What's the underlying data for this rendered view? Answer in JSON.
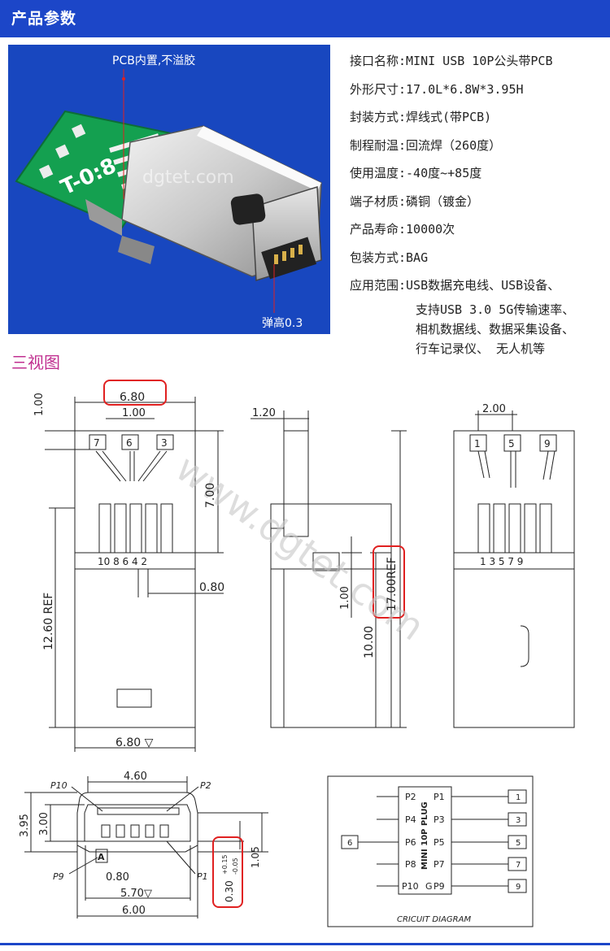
{
  "header": {
    "title": "产品参数"
  },
  "photo": {
    "top_label": "PCB内置,不溢胶",
    "bottom_label": "弹高0.3",
    "pcb_text": "T-0:8",
    "watermark": "dgtet.com"
  },
  "specs": [
    {
      "label": "接口名称:",
      "value": "MINI USB 10P公头带PCB"
    },
    {
      "label": "外形尺寸:",
      "value": "17.0L*6.8W*3.95H"
    },
    {
      "label": "封装方式:",
      "value": "焊线式(带PCB)"
    },
    {
      "label": "制程耐温:",
      "value": "回流焊（260度）"
    },
    {
      "label": "使用温度:",
      "value": "-40度~+85度"
    },
    {
      "label": "端子材质:",
      "value": "磷铜（镀金）"
    },
    {
      "label": "产品寿命:",
      "value": "10000次"
    },
    {
      "label": "包装方式:",
      "value": "BAG"
    },
    {
      "label": "应用范围:",
      "value": "USB数据充电线、USB设备、"
    }
  ],
  "specs_continued": [
    "支持USB 3.0 5G传输速率、",
    "相机数据线、数据采集设备、",
    "行车记录仪、 无人机等"
  ],
  "section_title": "三视图",
  "front": {
    "dim_width": "6.80",
    "dim_inner": "1.00",
    "dim_left": "1.00",
    "dim_height": "7.00",
    "dim_ref": "12.60 REF",
    "dim_pitch": "0.80",
    "dim_bottom": "6.80 ▽",
    "pins_top": [
      "7",
      "6",
      "3"
    ],
    "pins_row": "10 8 6 4 2"
  },
  "side": {
    "dim_top": "1.20",
    "dim_length": "17.00REF",
    "dim_small": "1.00",
    "dim_body": "10.00"
  },
  "back": {
    "dim_top": "2.00",
    "pins_top": [
      "1",
      "5",
      "9"
    ],
    "pins_row": "1 3 5 7 9"
  },
  "end_view": {
    "dim_width": "4.60",
    "dim_h1": "3.95",
    "dim_h2": "3.00",
    "dim_pitch": "0.80",
    "dim_57": "5.70▽",
    "dim_600": "6.00",
    "dim_105": "1.05",
    "dim_tol": "0.30",
    "tol_plus": "+0.15",
    "tol_minus": "-0.05",
    "labels": {
      "p10": "P10",
      "p2": "P2",
      "p9": "P9",
      "p1": "P1",
      "a": "A"
    }
  },
  "circuit": {
    "caption": "CRICUIT DIAGRAM",
    "plug": "MINI 10P PLUG",
    "left": [
      "P2",
      "P4",
      "P6",
      "P8",
      "P10"
    ],
    "right": [
      "P1",
      "P3",
      "P5",
      "P7",
      "P9"
    ],
    "right_boxes": [
      "1",
      "3",
      "5",
      "7",
      "9"
    ],
    "left_box": "6",
    "ground": "G"
  },
  "watermark": "www.dgtet.com",
  "colors": {
    "header": "#1c46c8",
    "section": "#c03090",
    "highlight": "#e02020",
    "drawing": "#222222"
  }
}
